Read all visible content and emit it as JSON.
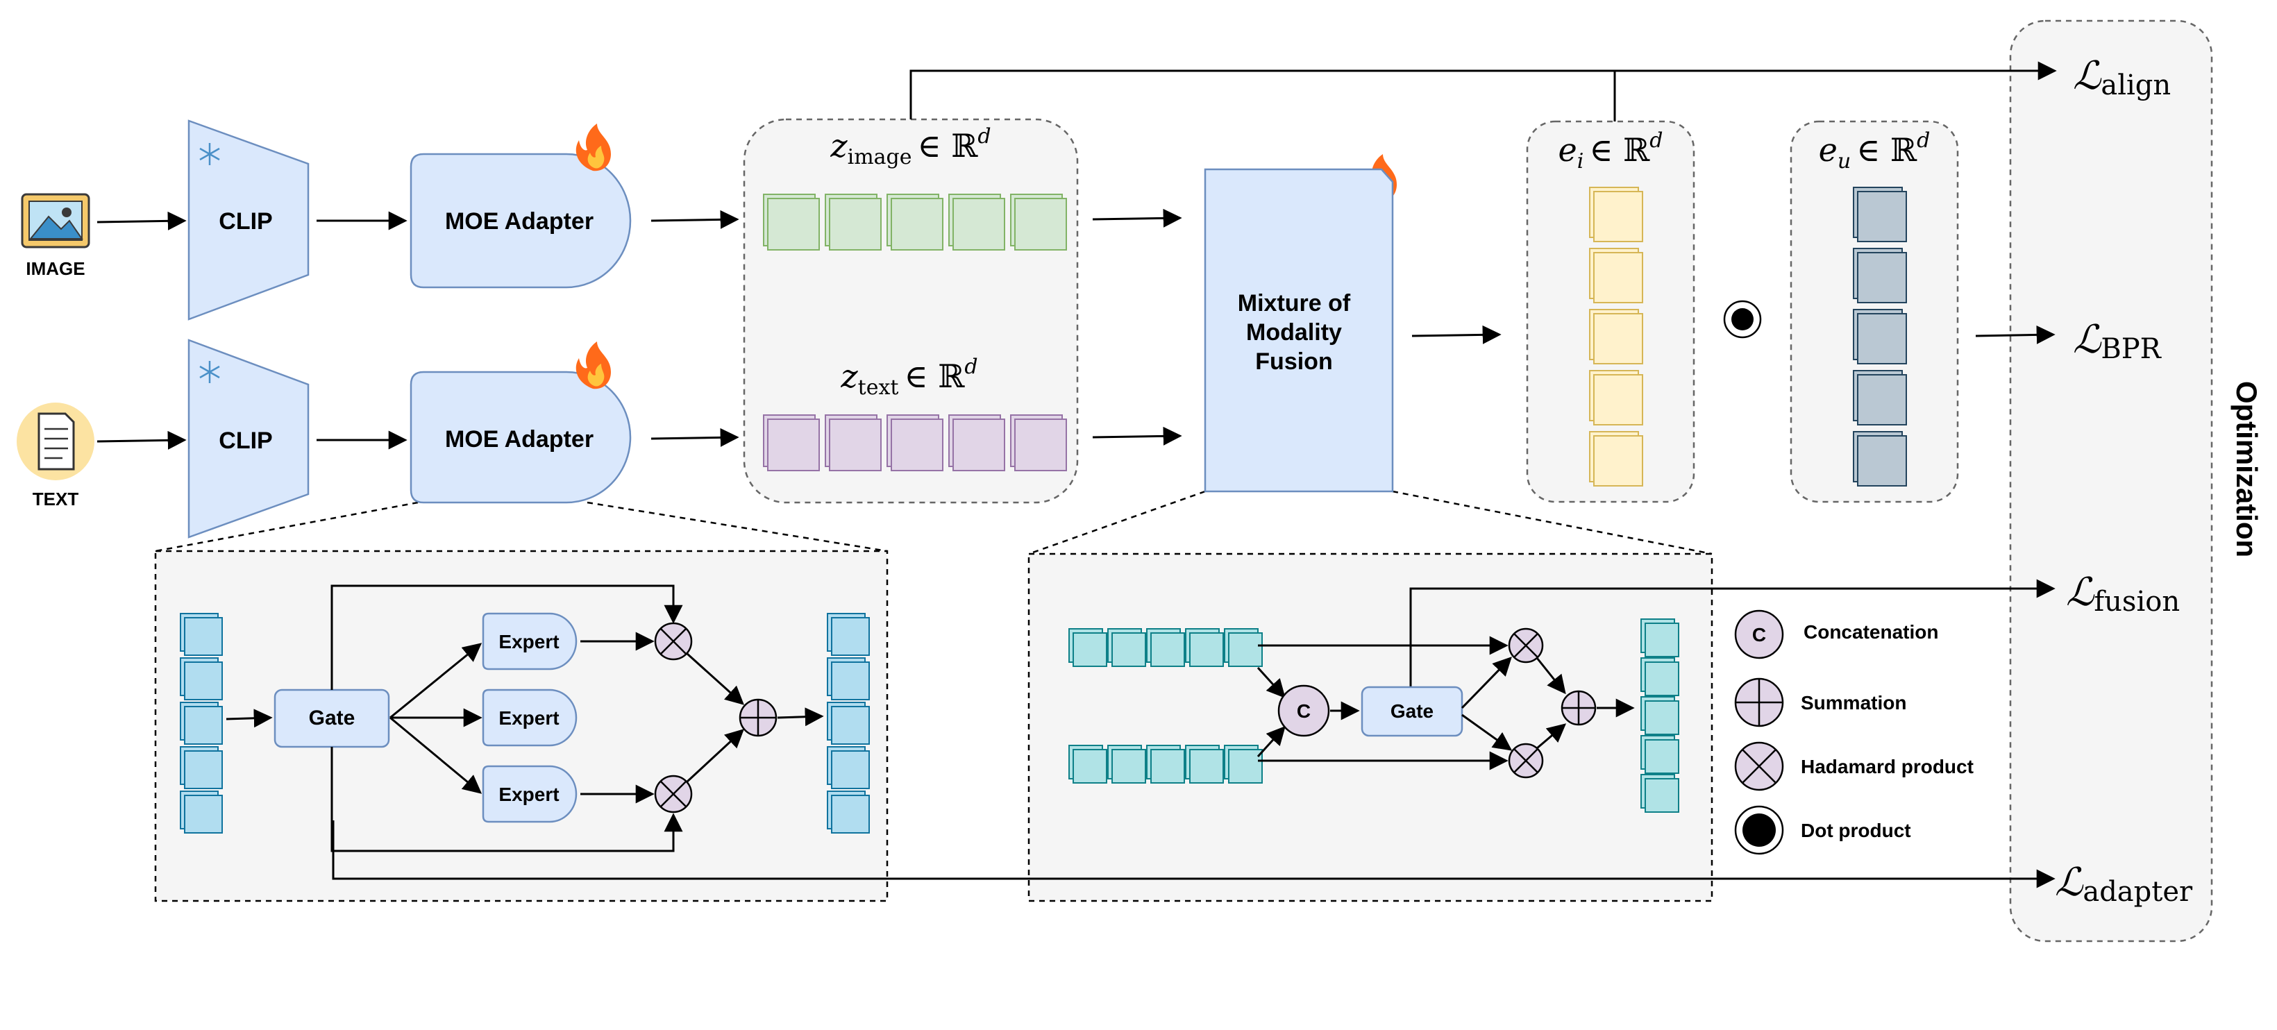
{
  "inputs": {
    "image_label": "IMAGE",
    "text_label": "TEXT"
  },
  "encoders": {
    "clip_top": "CLIP",
    "clip_bottom": "CLIP",
    "adapter_top": "MOE Adapter",
    "adapter_bottom": "MOE Adapter"
  },
  "embeddings": {
    "z_image_base": "z",
    "z_image_sub": "image",
    "z_text_base": "z",
    "z_text_sub": "text",
    "e_i_base": "e",
    "e_i_sub": "i",
    "e_u_base": "e",
    "e_u_sub": "u",
    "in_space": "∈ ℝ",
    "dim": "d"
  },
  "fusion": {
    "line1": "Mixture of",
    "line2": "Modality",
    "line3": "Fusion"
  },
  "adapter_detail": {
    "gate": "Gate",
    "expert1": "Expert",
    "expert2": "Expert",
    "expert3": "Expert"
  },
  "fusion_detail": {
    "concat_symbol": "C",
    "gate": "Gate"
  },
  "legend": {
    "concat_symbol": "C",
    "concatenation": "Concatenation",
    "summation": "Summation",
    "hadamard": "Hadamard product",
    "dot": "Dot product"
  },
  "losses": {
    "symbol": "ℒ",
    "align": "align",
    "bpr": "BPR",
    "fusion": "fusion",
    "adapter": "adapter",
    "panel_title": "Optimization"
  },
  "colors": {
    "encoder_fill": "#dae8fc",
    "encoder_stroke": "#6c8ebf",
    "image_embed_fill": "#d5e8d4",
    "image_embed_stroke": "#82b366",
    "text_embed_fill": "#e1d5e7",
    "text_embed_stroke": "#9673a6",
    "item_embed_fill": "#fff2cc",
    "item_embed_stroke": "#d6b656",
    "user_embed_fill": "#bac8d3",
    "user_embed_stroke": "#23445d",
    "token_fill": "#b1ddf0",
    "token_stroke": "#10739e",
    "fusion_token_fill": "#b0e3e6",
    "fusion_token_stroke": "#0e8088",
    "panel_fill": "#f5f5f5",
    "operator_fill": "#e1d5e7"
  },
  "icons": [
    "image-icon",
    "document-icon",
    "snowflake-icon",
    "flame-icon"
  ]
}
